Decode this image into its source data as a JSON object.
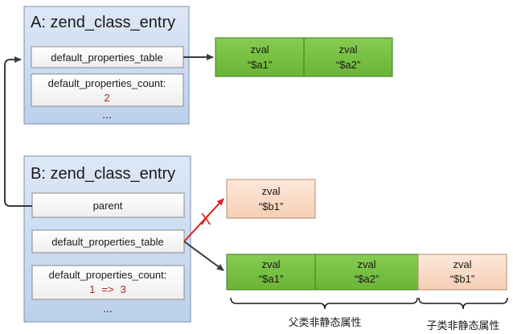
{
  "class_a": {
    "title": "A: zend_class_entry",
    "field1": "default_properties_table",
    "field2": "default_properties_count:",
    "count_value": "2",
    "ellipsis": "..."
  },
  "class_b": {
    "title": "B: zend_class_entry",
    "field_parent": "parent",
    "field1": "default_properties_table",
    "field2": "default_properties_count:",
    "count_old": "1",
    "count_arrow": "=>",
    "count_new": "3",
    "ellipsis": "..."
  },
  "zval_a": [
    {
      "type": "zval",
      "value": "“$a1”"
    },
    {
      "type": "zval",
      "value": "“$a2”"
    }
  ],
  "zval_single": {
    "type": "zval",
    "value": "“$b1”"
  },
  "zval_b": [
    {
      "type": "zval",
      "value": "“$a1”"
    },
    {
      "type": "zval",
      "value": "“$a2”"
    },
    {
      "type": "zval",
      "value": "“$b1”"
    }
  ],
  "labels": {
    "parent_props": "父类非静态属性",
    "child_props": "子类非静态属性",
    "cross_mark": "X"
  },
  "colors": {
    "class_box": "#c9daf0",
    "zval_green": "#76c043",
    "zval_peach": "#f9dcc8",
    "red_arrow": "#e02020"
  }
}
